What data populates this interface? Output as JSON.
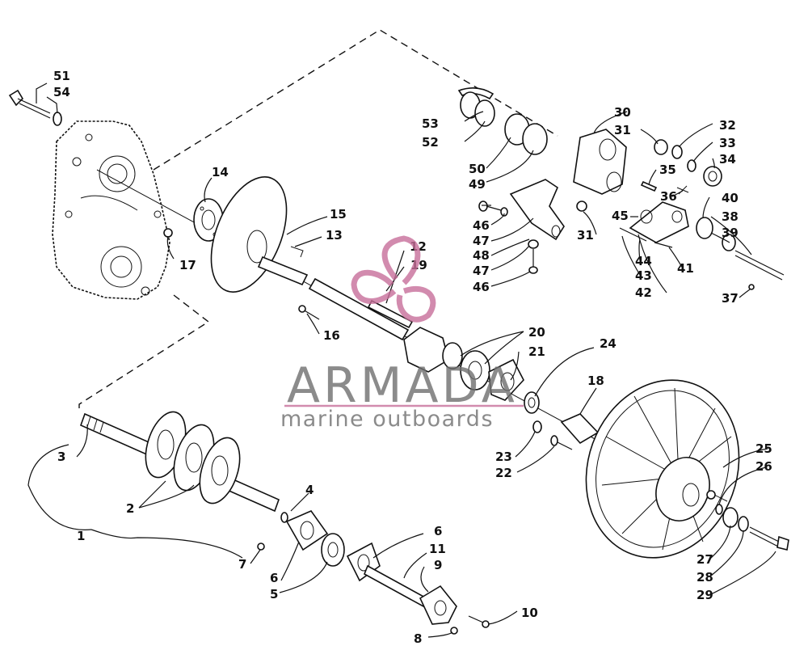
{
  "callouts": {
    "c1": "1",
    "c2": "2",
    "c3": "3",
    "c4": "4",
    "c5": "5",
    "c6a": "6",
    "c6b": "6",
    "c7": "7",
    "c8": "8",
    "c9": "9",
    "c10": "10",
    "c11": "11",
    "c12": "12",
    "c13": "13",
    "c14": "14",
    "c15": "15",
    "c16": "16",
    "c17": "17",
    "c18": "18",
    "c19": "19",
    "c20": "20",
    "c21": "21",
    "c22": "22",
    "c23": "23",
    "c24": "24",
    "c25": "25",
    "c26": "26",
    "c27": "27",
    "c28": "28",
    "c29": "29",
    "c30": "30",
    "c31a": "31",
    "c31b": "31",
    "c32": "32",
    "c33": "33",
    "c34": "34",
    "c35": "35",
    "c36": "36",
    "c37": "37",
    "c38": "38",
    "c39": "39",
    "c40": "40",
    "c41": "41",
    "c42": "42",
    "c43": "43",
    "c44": "44",
    "c45": "45",
    "c46a": "46",
    "c46b": "46",
    "c47a": "47",
    "c47b": "47",
    "c48": "48",
    "c49": "49",
    "c50": "50",
    "c51": "51",
    "c52": "52",
    "c53": "53",
    "c54": "54"
  },
  "watermark": {
    "brand": "ARMADA",
    "tagline": "marine outboards",
    "accent_color": "#c86f9a",
    "text_color": "#6f6f6f"
  }
}
